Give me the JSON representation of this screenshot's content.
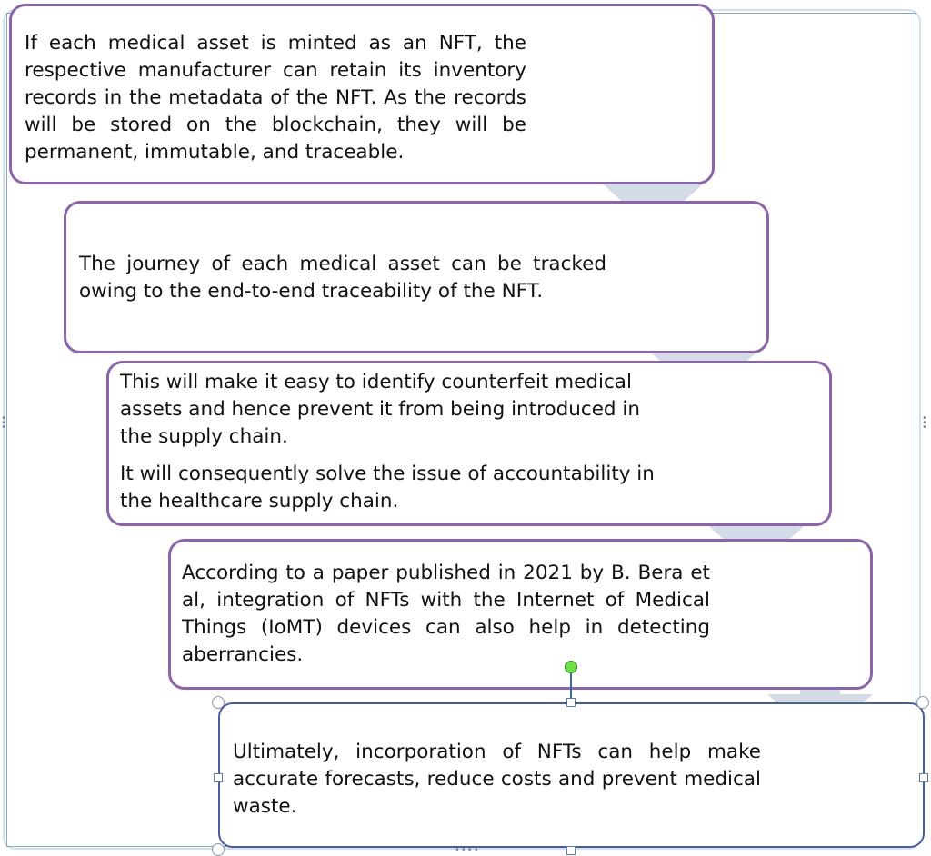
{
  "boxes": [
    {
      "text": "If each medical asset is minted as an NFT, the respective manufacturer can retain its inventory records in the metadata of the NFT. As the records will be stored on the blockchain, they will be permanent, immutable, and traceable."
    },
    {
      "text": "The journey of each medical asset can be tracked owing to the end-to-end traceability of the NFT."
    },
    {
      "text": "This will make it easy to identify counterfeit medical assets and hence prevent it from being introduced in the supply chain.",
      "text2": "It will consequently solve the issue of accountability in the healthcare supply chain."
    },
    {
      "text": "According to a paper published in 2021 by B. Bera et al, integration of NFTs with the Internet of Medical Things (IoMT) devices can also help in detecting aberrancies."
    },
    {
      "text": "Ultimately, incorporation of NFTs can help make accurate forecasts, reduce costs and prevent medical waste."
    }
  ],
  "colors": {
    "box_border": "#8c64a8",
    "arrow_fill": "#d3dbe7",
    "selected_border": "#4a5e9c",
    "rotate_handle": "#6ee04a"
  }
}
